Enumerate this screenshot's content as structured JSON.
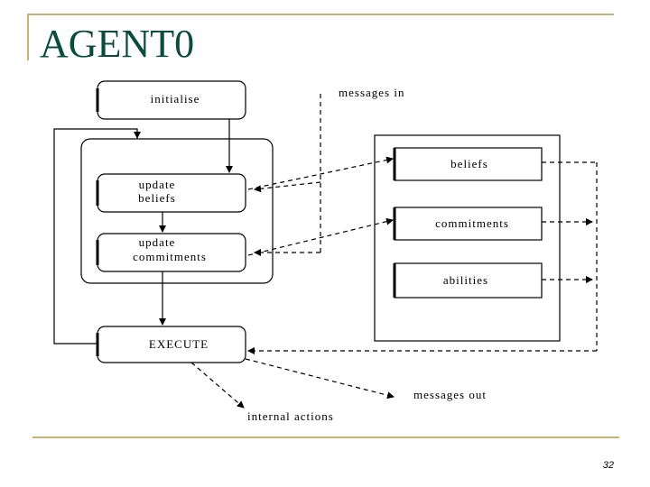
{
  "slide": {
    "title": "AGENT0",
    "page_number": "32"
  },
  "diagram": {
    "nodes": {
      "initialise": "initialise",
      "update_beliefs_line1": "update",
      "update_beliefs_line2": "beliefs",
      "update_commitments_line1": "update",
      "update_commitments_line2": "commitments",
      "execute": "EXECUTE",
      "beliefs": "beliefs",
      "commitments": "commitments",
      "abilities": "abilities"
    },
    "labels": {
      "messages_in": "messages in",
      "messages_out": "messages out",
      "internal_actions": "internal actions"
    }
  }
}
